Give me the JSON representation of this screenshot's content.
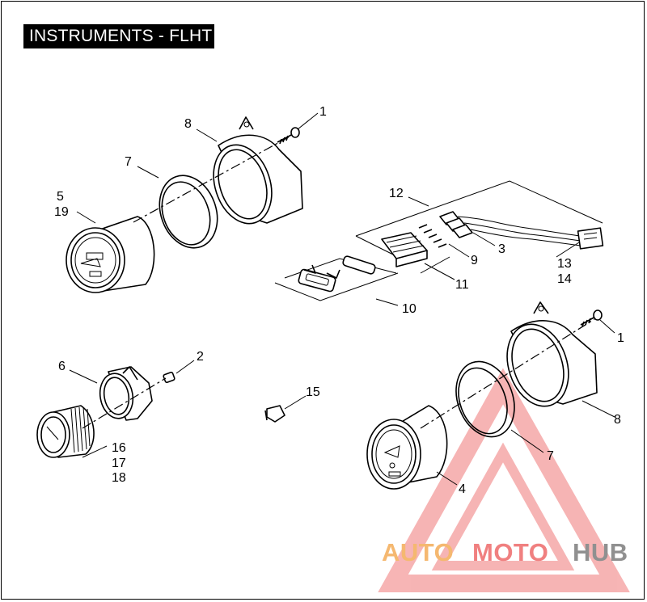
{
  "title": "INSTRUMENTS - FLHT",
  "callouts": [
    "1",
    "8",
    "7",
    "5",
    "19",
    "12",
    "3",
    "9",
    "13",
    "14",
    "11",
    "10",
    "1",
    "2",
    "6",
    "15",
    "8",
    "16",
    "17",
    "18",
    "7",
    "4"
  ],
  "watermark": {
    "part1": "AUTO",
    "part2": "MOTO",
    "part3": "HUB",
    "colors": {
      "auto": "#f5b870",
      "moto": "#f08080",
      "hub": "#909090",
      "triangle": "#f07878"
    }
  }
}
